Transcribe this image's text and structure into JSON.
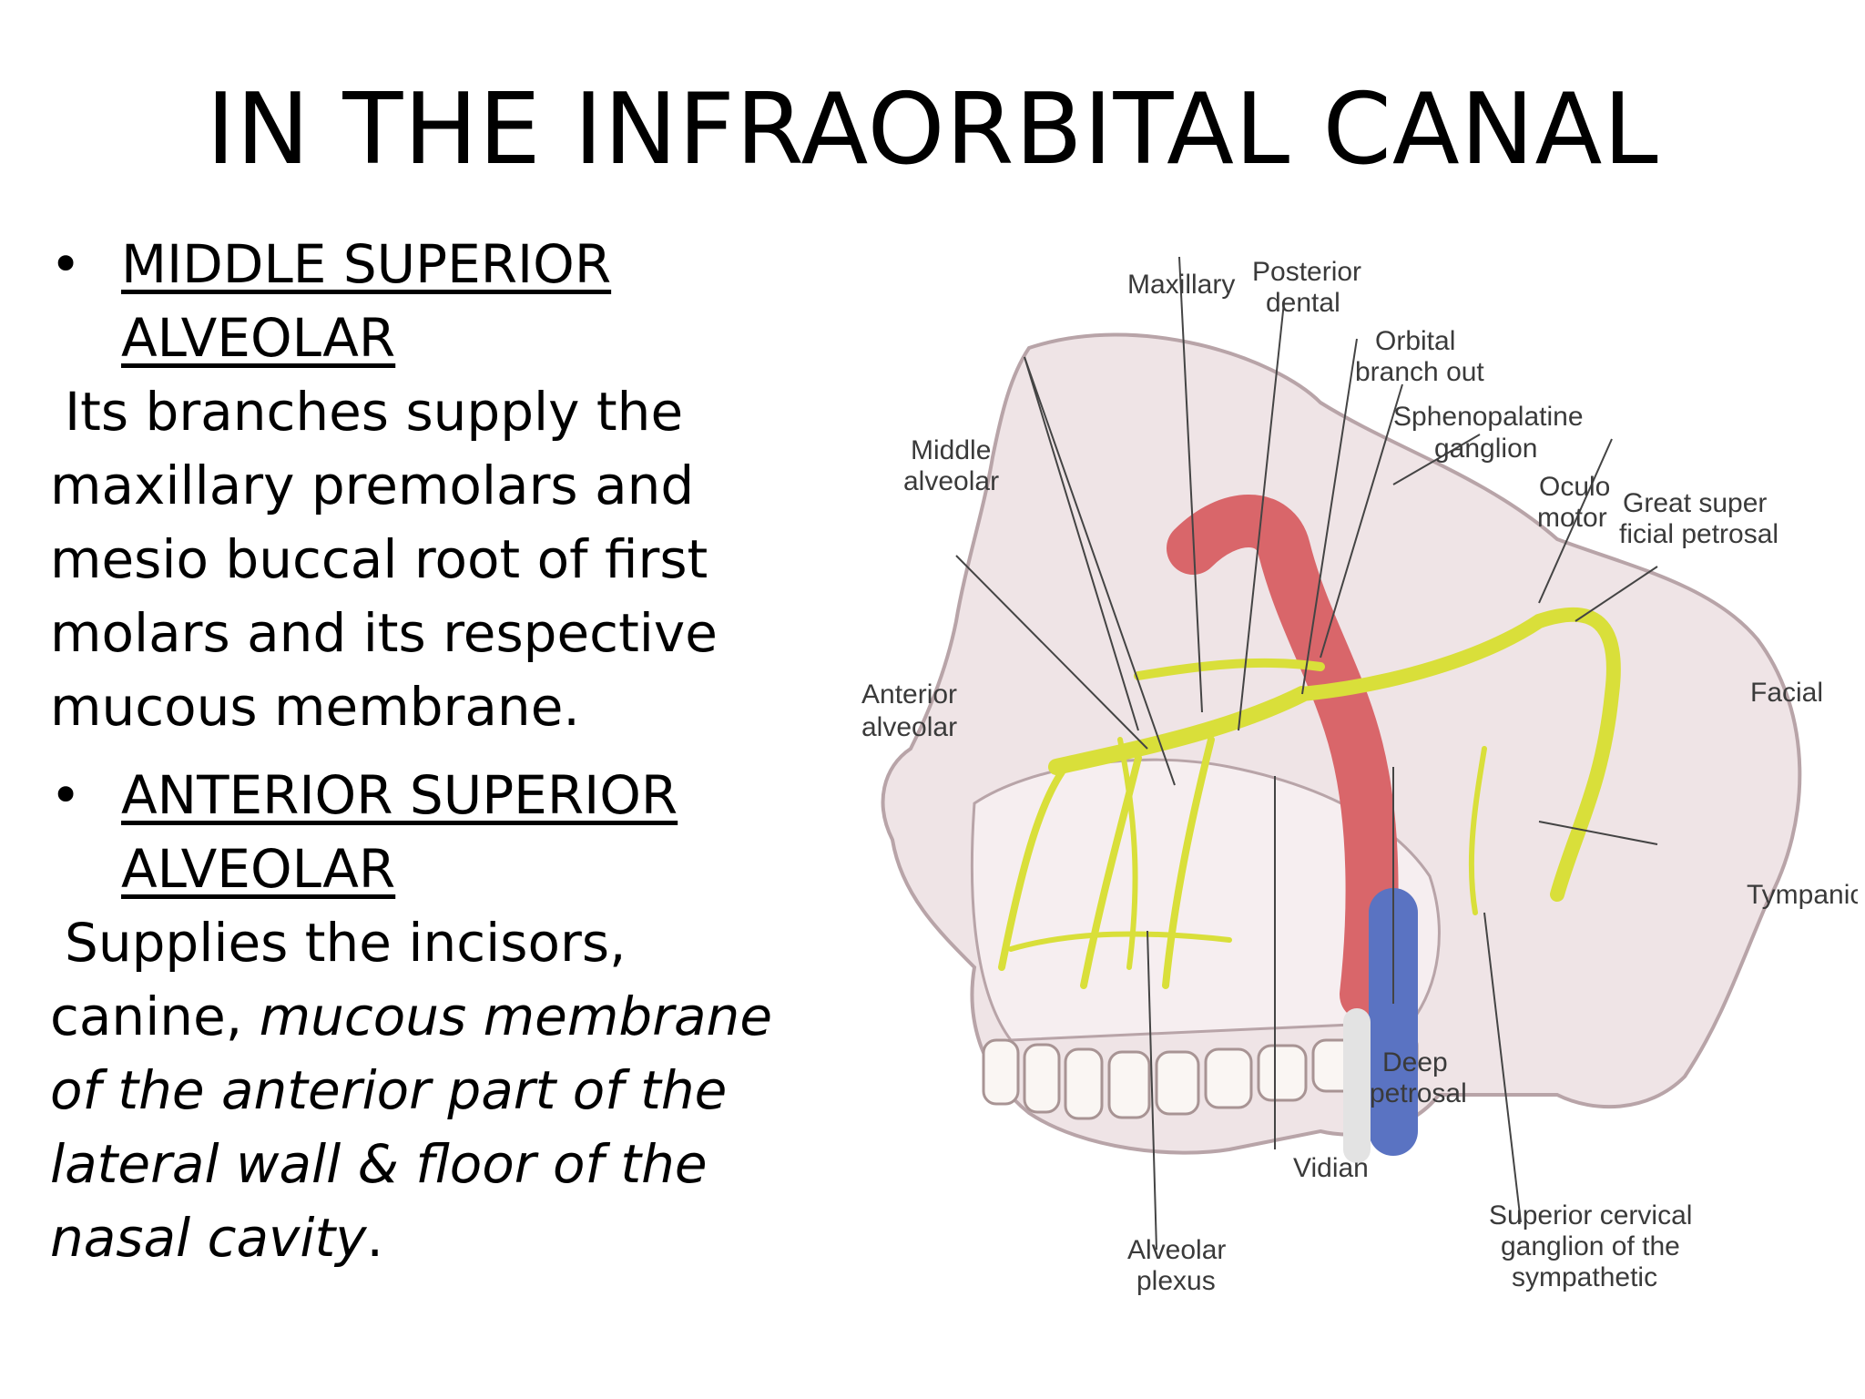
{
  "title": "IN THE INFRAORBITAL CANAL",
  "sections": [
    {
      "heading_line1": "MIDDLE SUPERIOR",
      "heading_line2": "ALVEOLAR",
      "para_line1": "Its branches supply the",
      "para_line2": "maxillary premolars and",
      "para_line3": "mesio buccal root of first",
      "para_line4": "molars and its respective",
      "para_line5": "mucous membrane."
    },
    {
      "heading_line1": "ANTERIOR SUPERIOR",
      "heading_line2": "ALVEOLAR",
      "para_line1": "Supplies the incisors,",
      "para_line2a": "canine, ",
      "para_line2b": "mucous membrane",
      "para_line3": "of the anterior part of the",
      "para_line4": "lateral wall & floor of the",
      "para_line5a": "nasal cavity",
      "para_line5b": "."
    }
  ],
  "figure_labels": {
    "maxillary": "Maxillary",
    "posterior_1": "Posterior",
    "posterior_2": "dental",
    "orbital_1": "Orbital",
    "orbital_2": "branch out",
    "spheno_1": "Sphenopalatine",
    "spheno_2": "ganglion",
    "oculo_1": "Oculo",
    "oculo_2": "motor",
    "great_1": "Great super",
    "great_2": "ficial petrosal",
    "middle_1": "Middle",
    "middle_2": "alveolar",
    "anterior_1": "Anterior",
    "anterior_2": "alveolar",
    "facial": "Facial",
    "tympanic": "Tympanic",
    "deep_1": "Deep",
    "deep_2": "petrosal",
    "vidian": "Vidian",
    "alveolar_plexus_1": "Alveolar",
    "alveolar_plexus_2": "plexus",
    "superior_cervical_1": "Superior cervical",
    "superior_cervical_2": "ganglion of the",
    "superior_cervical_3": "sympathetic"
  }
}
